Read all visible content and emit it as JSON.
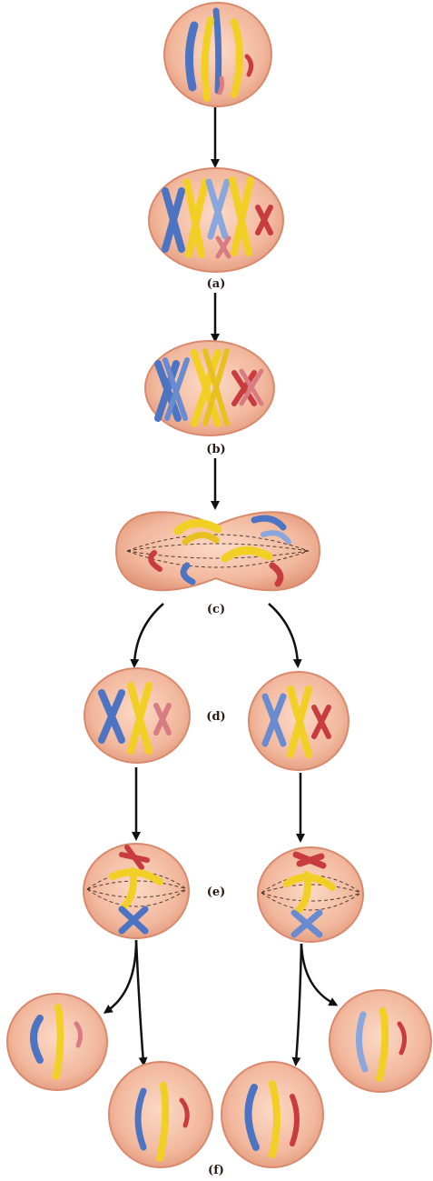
{
  "labels": {
    "a": "(a)",
    "b": "(b)",
    "c": "(c)",
    "d": "(d)",
    "e": "(e)",
    "f": "(f)"
  },
  "colors": {
    "cell_fill": "#f0b8a0",
    "cell_edge": "#d98a6e",
    "blue": "#4d74c2",
    "yellow": "#f2cf25",
    "red": "#c83b3e",
    "arrow": "#111111"
  }
}
